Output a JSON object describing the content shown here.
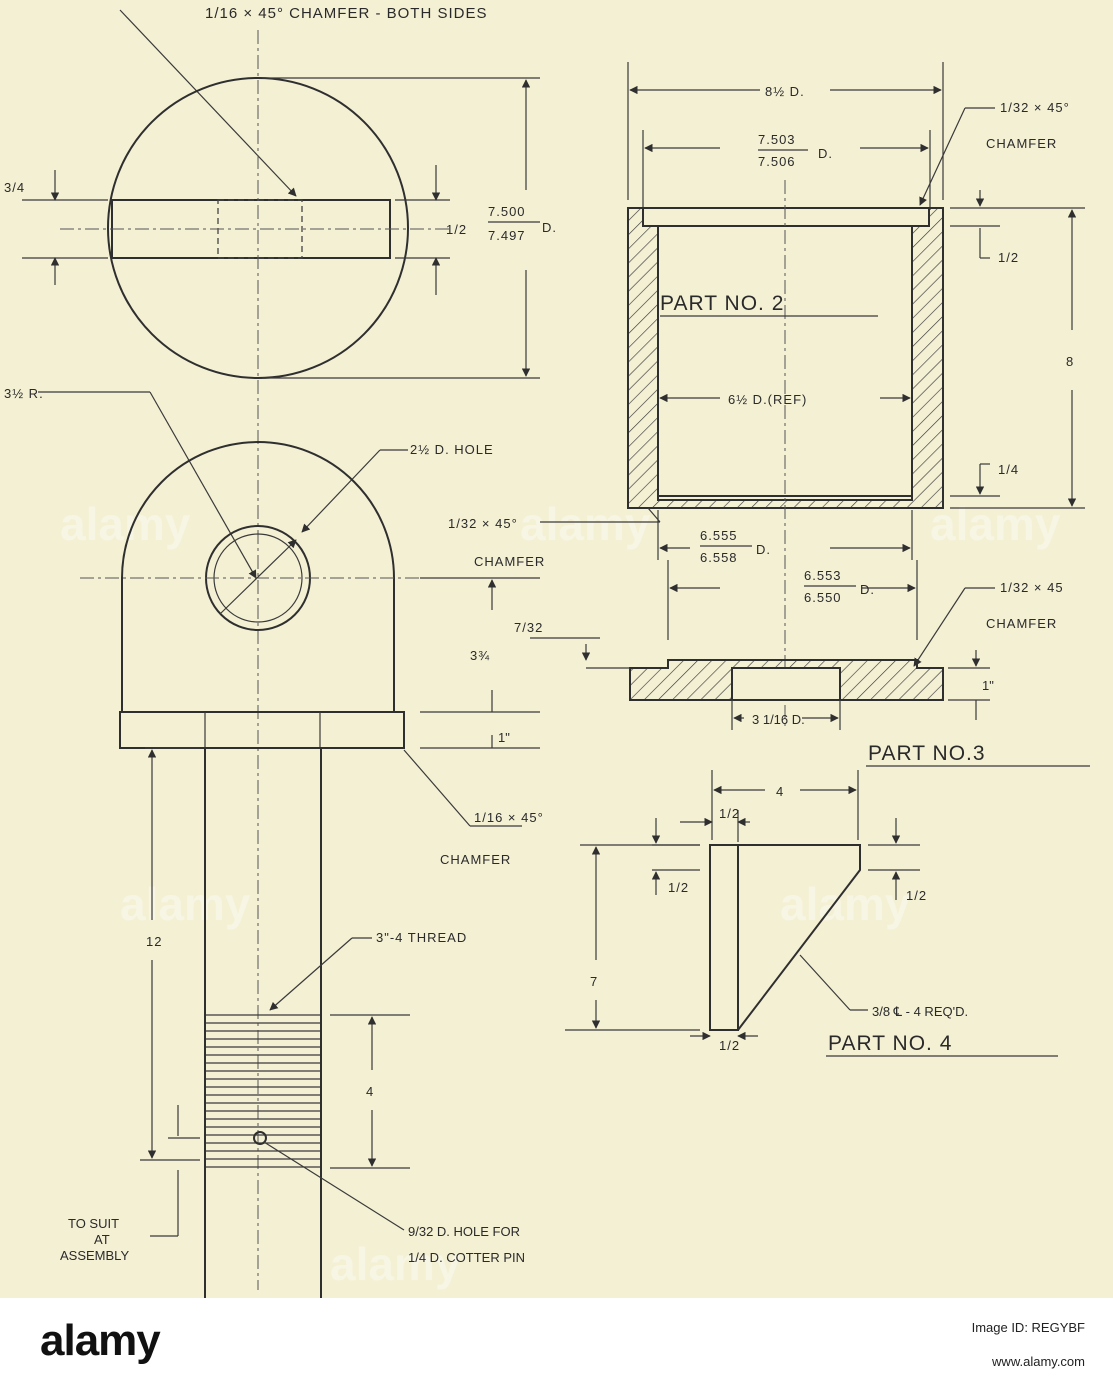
{
  "drawing": {
    "chamfer_top_note": "1/16 × 45° CHAMFER - BOTH SIDES",
    "part1": {
      "slot_width": "3/4",
      "slot_height": "1/2",
      "diameter_max": "7.500",
      "diameter_min": "7.497",
      "diameter_suffix": "D.",
      "radius": "3½ R.",
      "hole": "2½ D. HOLE",
      "dim_3_3_4": "3¾",
      "dim_1in": "1\"",
      "chamfer_collar": "1/16 × 45°",
      "chamfer_word": "CHAMFER",
      "length": "12",
      "thread": "3\"-4 THREAD",
      "thread_length": "4",
      "to_suit": "TO SUIT",
      "at": "AT",
      "assembly": "ASSEMBLY",
      "pin_hole": "9/32 D. HOLE FOR",
      "cotter": "1/4 D. COTTER PIN"
    },
    "part2": {
      "label": "PART NO. 2",
      "outer_d": "8½ D.",
      "bore_max": "7.503",
      "bore_min": "7.506",
      "bore_suffix": "D.",
      "chamfer": "1/32 × 45°",
      "chamfer_word": "CHAMFER",
      "top_step": "1/2",
      "height": "8",
      "inner_ref": "6½ D.(REF)",
      "bottom_step": "1/4",
      "bottom_chamfer": "1/32 × 45°",
      "bottom_chamfer_word": "CHAMFER",
      "bottom_d_max": "6.555",
      "bottom_d_min": "6.558",
      "bottom_d_suffix": "D."
    },
    "part3": {
      "label": "PART NO.3",
      "d_max": "6.553",
      "d_min": "6.550",
      "d_suffix": "D.",
      "chamfer": "1/32 × 45",
      "chamfer_word": "CHAMFER",
      "step": "7/32",
      "thickness": "1\"",
      "hole": "3 1/16 D."
    },
    "part4": {
      "label": "PART NO. 4",
      "width": "4",
      "top_flat": "1/2",
      "left_step": "1/2",
      "right_step": "1/2",
      "height": "7",
      "plate": "3/8 ℄ - 4 REQ'D.",
      "bottom_flat": "1/2"
    },
    "watermark": "alamy",
    "line_color": "#2f2f2f",
    "paper_color": "#f4f0d4"
  },
  "footer": {
    "brand": "alamy",
    "image_id": "Image ID: REGYBF",
    "url": "www.alamy.com"
  }
}
